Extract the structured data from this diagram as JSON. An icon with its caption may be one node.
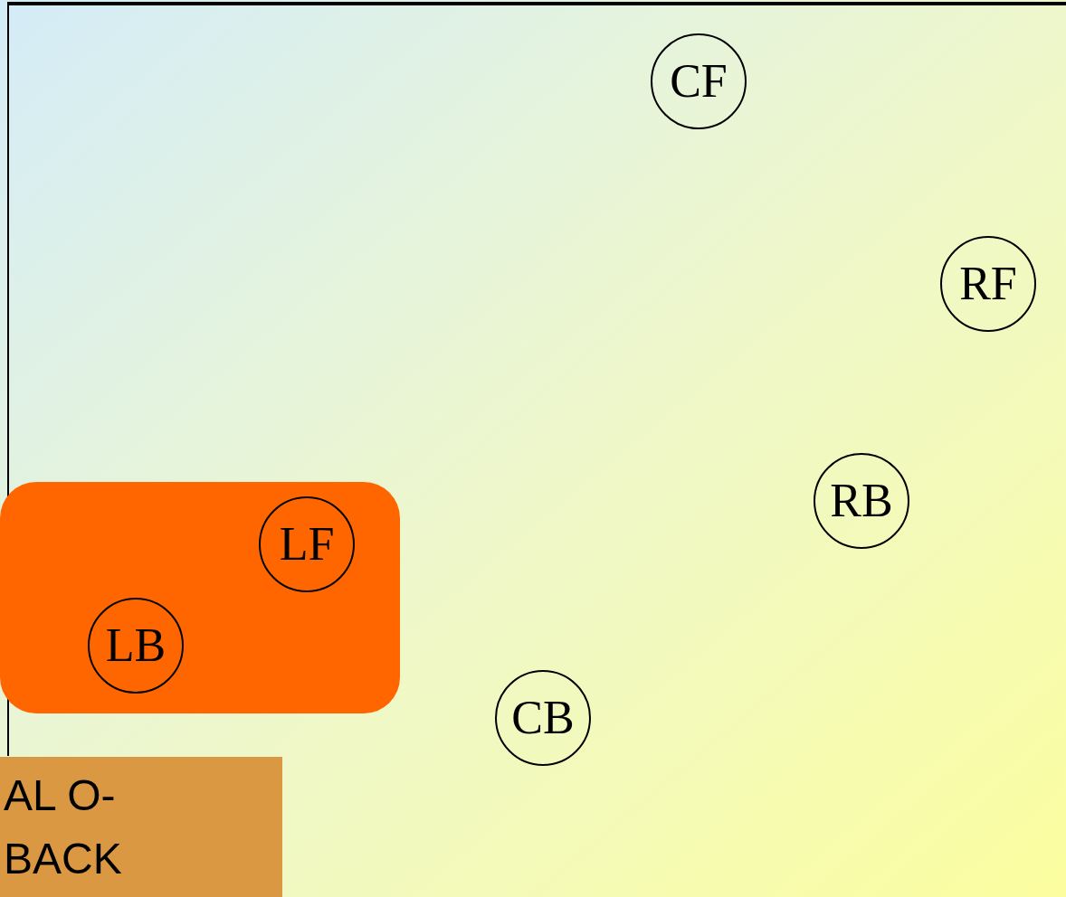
{
  "diagram": {
    "nodes": [
      {
        "text": [],
        "shape": "box"
      },
      {
        "text": [
          "LF"
        ],
        "in": 0
      },
      {
        "text": [
          "LB"
        ],
        "in": 0
      },
      {
        "text": [
          "CF"
        ]
      },
      {
        "text": [
          "RF"
        ]
      },
      {
        "text": [
          "RB"
        ]
      },
      {
        "text": [
          "CB"
        ]
      },
      {
        "text": [
          "AL O-BACK"
        ]
      }
    ]
  }
}
